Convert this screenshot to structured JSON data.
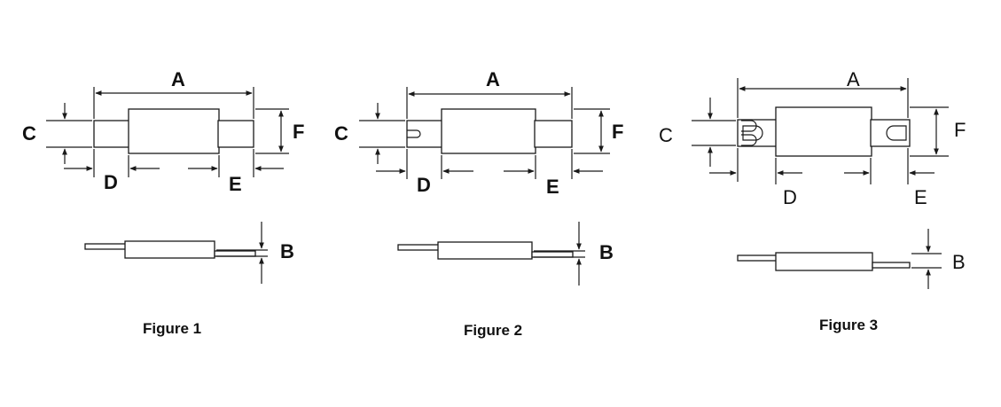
{
  "figures": [
    {
      "caption": "Figure 1",
      "labels": {
        "A": "A",
        "B": "B",
        "C": "C",
        "D": "D",
        "E": "E",
        "F": "F"
      }
    },
    {
      "caption": "Figure 2",
      "labels": {
        "A": "A",
        "B": "B",
        "C": "C",
        "D": "D",
        "E": "E",
        "F": "F"
      }
    },
    {
      "caption": "Figure 3",
      "labels": {
        "A": "A",
        "B": "B",
        "C": "C",
        "D": "D",
        "E": "E",
        "F": "F"
      }
    }
  ]
}
